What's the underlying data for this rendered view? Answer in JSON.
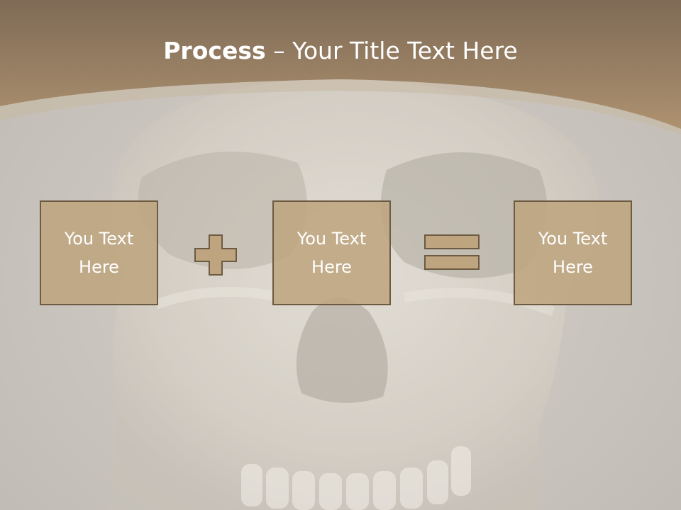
{
  "slide": {
    "title_bold": "Process",
    "title_rest": " – Your Title Text Here",
    "boxes": [
      {
        "line1": "You Text",
        "line2": "Here"
      },
      {
        "line1": "You Text",
        "line2": "Here"
      },
      {
        "line1": "You Text",
        "line2": "Here"
      }
    ],
    "operators": [
      "plus-icon",
      "equals-icon"
    ]
  },
  "colors": {
    "header": "#9c8264",
    "box_fill": "#bea580",
    "box_border": "#6d5a42",
    "text": "#ffffff",
    "background": "#c9c5bf"
  }
}
